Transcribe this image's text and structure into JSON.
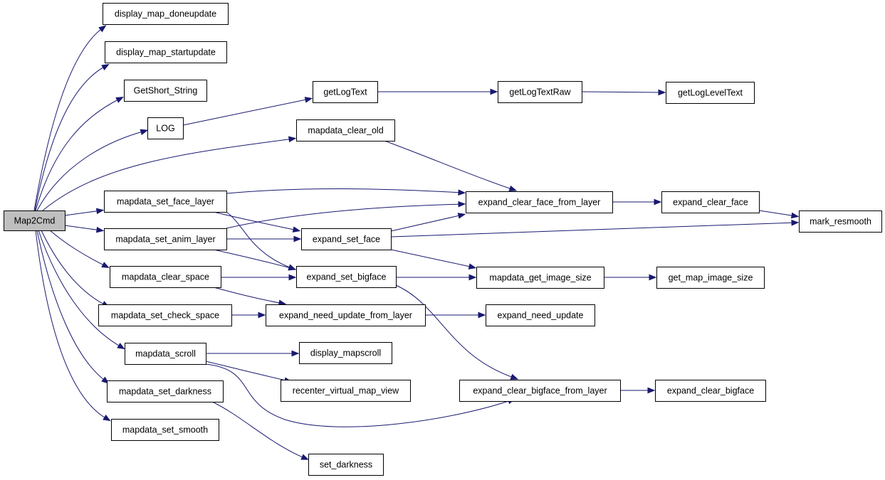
{
  "graph": {
    "root": "n_map2cmd",
    "edge_color": "#191970",
    "root_fill": "#bfbfbf",
    "nodes": [
      {
        "id": "n_map2cmd",
        "label": "Map2Cmd"
      },
      {
        "id": "n_dmd",
        "label": "display_map_doneupdate"
      },
      {
        "id": "n_dms",
        "label": "display_map_startupdate"
      },
      {
        "id": "n_gss",
        "label": "GetShort_String"
      },
      {
        "id": "n_log",
        "label": "LOG"
      },
      {
        "id": "n_glt",
        "label": "getLogText"
      },
      {
        "id": "n_gltr",
        "label": "getLogTextRaw"
      },
      {
        "id": "n_gllt",
        "label": "getLogLevelText"
      },
      {
        "id": "n_mco",
        "label": "mapdata_clear_old"
      },
      {
        "id": "n_msfl",
        "label": "mapdata_set_face_layer"
      },
      {
        "id": "n_msal",
        "label": "mapdata_set_anim_layer"
      },
      {
        "id": "n_mcs",
        "label": "mapdata_clear_space"
      },
      {
        "id": "n_mscs",
        "label": "mapdata_set_check_space"
      },
      {
        "id": "n_msc",
        "label": "mapdata_scroll"
      },
      {
        "id": "n_msd",
        "label": "mapdata_set_darkness"
      },
      {
        "id": "n_mss",
        "label": "mapdata_set_smooth"
      },
      {
        "id": "n_ecffl",
        "label": "expand_clear_face_from_layer"
      },
      {
        "id": "n_ecf",
        "label": "expand_clear_face"
      },
      {
        "id": "n_mr",
        "label": "mark_resmooth"
      },
      {
        "id": "n_esf",
        "label": "expand_set_face"
      },
      {
        "id": "n_esbf",
        "label": "expand_set_bigface"
      },
      {
        "id": "n_mgis",
        "label": "mapdata_get_image_size"
      },
      {
        "id": "n_gmis",
        "label": "get_map_image_size"
      },
      {
        "id": "n_enufl",
        "label": "expand_need_update_from_layer"
      },
      {
        "id": "n_enu",
        "label": "expand_need_update"
      },
      {
        "id": "n_dmsc",
        "label": "display_mapscroll"
      },
      {
        "id": "n_rvmv",
        "label": "recenter_virtual_map_view"
      },
      {
        "id": "n_ecbfl",
        "label": "expand_clear_bigface_from_layer"
      },
      {
        "id": "n_ecbf",
        "label": "expand_clear_bigface"
      },
      {
        "id": "n_sd",
        "label": "set_darkness"
      }
    ],
    "edges": [
      {
        "from": "n_map2cmd",
        "to": "n_dmd"
      },
      {
        "from": "n_map2cmd",
        "to": "n_dms"
      },
      {
        "from": "n_map2cmd",
        "to": "n_gss"
      },
      {
        "from": "n_map2cmd",
        "to": "n_log"
      },
      {
        "from": "n_map2cmd",
        "to": "n_mco"
      },
      {
        "from": "n_map2cmd",
        "to": "n_msfl"
      },
      {
        "from": "n_map2cmd",
        "to": "n_msal"
      },
      {
        "from": "n_map2cmd",
        "to": "n_mcs"
      },
      {
        "from": "n_map2cmd",
        "to": "n_mscs"
      },
      {
        "from": "n_map2cmd",
        "to": "n_msc"
      },
      {
        "from": "n_map2cmd",
        "to": "n_msd"
      },
      {
        "from": "n_map2cmd",
        "to": "n_mss"
      },
      {
        "from": "n_log",
        "to": "n_glt"
      },
      {
        "from": "n_glt",
        "to": "n_gltr"
      },
      {
        "from": "n_gltr",
        "to": "n_gllt"
      },
      {
        "from": "n_mco",
        "to": "n_ecffl"
      },
      {
        "from": "n_msfl",
        "to": "n_ecffl"
      },
      {
        "from": "n_msfl",
        "to": "n_esf"
      },
      {
        "from": "n_msfl",
        "to": "n_esbf"
      },
      {
        "from": "n_msal",
        "to": "n_ecffl"
      },
      {
        "from": "n_msal",
        "to": "n_esf"
      },
      {
        "from": "n_msal",
        "to": "n_esbf"
      },
      {
        "from": "n_mcs",
        "to": "n_esbf"
      },
      {
        "from": "n_mcs",
        "to": "n_enufl"
      },
      {
        "from": "n_mscs",
        "to": "n_enufl"
      },
      {
        "from": "n_msc",
        "to": "n_dmsc"
      },
      {
        "from": "n_msc",
        "to": "n_rvmv"
      },
      {
        "from": "n_msc",
        "to": "n_ecbfl"
      },
      {
        "from": "n_msd",
        "to": "n_sd"
      },
      {
        "from": "n_ecffl",
        "to": "n_ecf"
      },
      {
        "from": "n_ecf",
        "to": "n_mr"
      },
      {
        "from": "n_esf",
        "to": "n_ecffl"
      },
      {
        "from": "n_esf",
        "to": "n_mr"
      },
      {
        "from": "n_esf",
        "to": "n_mgis"
      },
      {
        "from": "n_esbf",
        "to": "n_mgis"
      },
      {
        "from": "n_esbf",
        "to": "n_ecbfl"
      },
      {
        "from": "n_mgis",
        "to": "n_gmis"
      },
      {
        "from": "n_enufl",
        "to": "n_enu"
      },
      {
        "from": "n_ecbfl",
        "to": "n_ecbf"
      }
    ]
  }
}
